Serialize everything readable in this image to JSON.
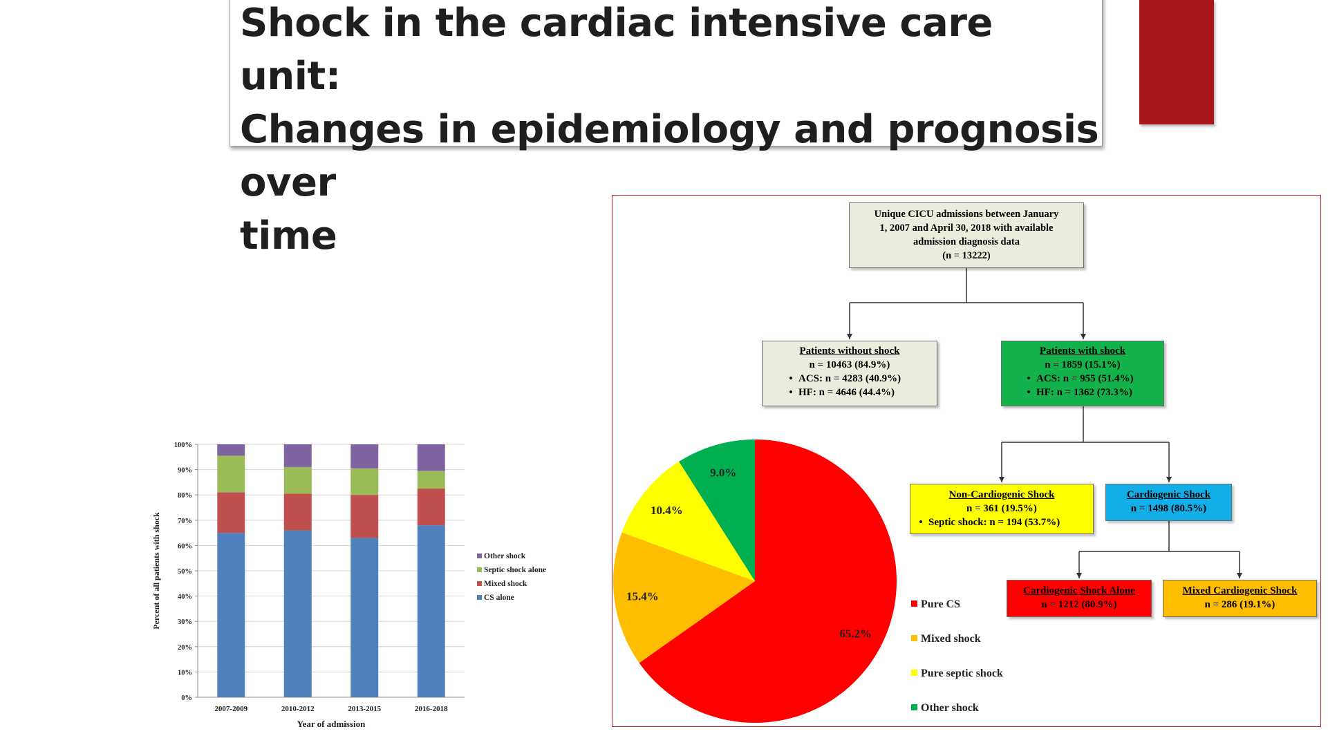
{
  "title": {
    "lines": [
      "Shock in the cardiac intensive care unit:",
      "Changes in epidemiology and prognosis over",
      "time"
    ]
  },
  "colors": {
    "accent_block": "#a8161a",
    "panel_border": "#c0242a"
  },
  "flowchart": {
    "root": {
      "lines": [
        "Unique CICU admissions between January",
        "1, 2007 and April 30, 2018 with available",
        "admission diagnosis data",
        "(n = 13222)"
      ],
      "color": "#ececde"
    },
    "no_shock": {
      "heading": "Patients without shock",
      "n": "n = 10463 (84.9%)",
      "bullets": [
        "ACS: n = 4283 (40.9%)",
        "HF: n = 4646 (44.4%)"
      ],
      "color": "#ececde"
    },
    "shock": {
      "heading": "Patients with shock",
      "n": "n = 1859 (15.1%)",
      "bullets": [
        "ACS: n = 955 (51.4%)",
        "HF: n = 1362 (73.3%)"
      ],
      "color": "#13b24a"
    },
    "non_cardiogenic": {
      "heading": "Non-Cardiogenic Shock",
      "n": "n = 361 (19.5%)",
      "bullets": [
        "Septic shock: n = 194 (53.7%)"
      ],
      "color": "#ffff00"
    },
    "cardiogenic": {
      "heading": "Cardiogenic Shock",
      "n": "n = 1498 (80.5%)",
      "color": "#11aee8"
    },
    "cs_alone": {
      "heading": "Cardiogenic Shock Alone",
      "n": "n = 1212 (80.9%)",
      "color": "#ff0000"
    },
    "mixed_cs": {
      "heading": "Mixed Cardiogenic Shock",
      "n": "n = 286 (19.1%)",
      "color": "#ffbe00"
    }
  },
  "chart_data": [
    {
      "type": "bar",
      "stacked": true,
      "categories": [
        "2007-2009",
        "2010-2012",
        "2013-2015",
        "2016-2018"
      ],
      "series": [
        {
          "name": "CS alone",
          "color": "#4f81bd",
          "values": [
            65,
            66,
            63,
            68
          ]
        },
        {
          "name": "Mixed shock",
          "color": "#c0504d",
          "values": [
            16,
            14.5,
            17,
            14.5
          ]
        },
        {
          "name": "Septic shock alone",
          "color": "#9bbb59",
          "values": [
            14.5,
            10.5,
            10.5,
            7
          ]
        },
        {
          "name": "Other shock",
          "color": "#8064a2",
          "values": [
            4.5,
            9,
            9.5,
            10.5
          ]
        }
      ],
      "ylabel": "Percent of all patients with shock",
      "xlabel": "Year of admission",
      "ylim": [
        0,
        100
      ],
      "y_ticks": [
        "0%",
        "10%",
        "20%",
        "30%",
        "40%",
        "50%",
        "60%",
        "70%",
        "80%",
        "90%",
        "100%"
      ],
      "grid": true,
      "legend": {
        "position": "right",
        "order": [
          "Other shock",
          "Septic shock alone",
          "Mixed shock",
          "CS alone"
        ]
      }
    },
    {
      "type": "pie",
      "slices": [
        {
          "name": "Pure CS",
          "value": 65.2,
          "label": "65.2%",
          "color": "#ff0000"
        },
        {
          "name": "Mixed shock",
          "value": 15.4,
          "label": "15.4%",
          "color": "#ffbe00"
        },
        {
          "name": "Pure septic shock",
          "value": 10.4,
          "label": "10.4%",
          "color": "#ffff00"
        },
        {
          "name": "Other shock",
          "value": 9.0,
          "label": "9.0%",
          "color": "#00b050"
        }
      ],
      "legend": {
        "position": "right"
      }
    }
  ]
}
